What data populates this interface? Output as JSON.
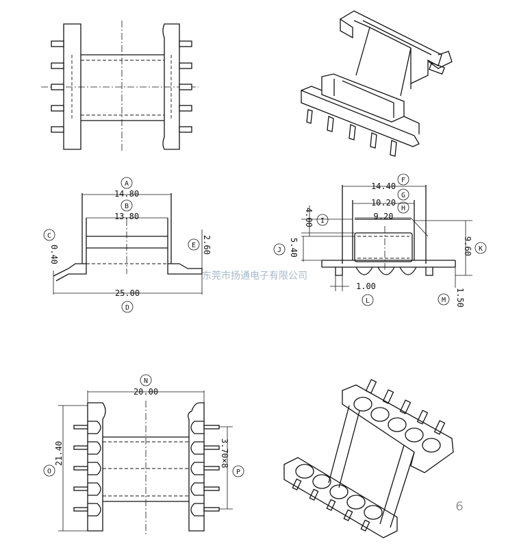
{
  "dimensions": {
    "A": {
      "label": "A",
      "value": "14.80"
    },
    "B": {
      "label": "B",
      "value": "13.80"
    },
    "C": {
      "label": "C",
      "value": "0.40"
    },
    "D": {
      "label": "D",
      "value": "25.00"
    },
    "E": {
      "label": "E",
      "value": "2.60"
    },
    "F": {
      "label": "F",
      "value": "14.40"
    },
    "G": {
      "label": "G",
      "value": "10.20"
    },
    "H": {
      "label": "H",
      "value": "9.20"
    },
    "I": {
      "label": "I",
      "value": "4.00"
    },
    "J": {
      "label": "J",
      "value": "5.40"
    },
    "K": {
      "label": "K",
      "value": "9.60"
    },
    "L": {
      "label": "L",
      "value": "1.00"
    },
    "M": {
      "label": "M",
      "value": "1.50"
    },
    "N": {
      "label": "N",
      "value": "20.00"
    },
    "O": {
      "label": "O",
      "value": "21.40"
    },
    "P": {
      "label": "P",
      "value": "3.70×8"
    }
  },
  "watermark": "东莞市扬通电子有限公司",
  "page_number": "6"
}
